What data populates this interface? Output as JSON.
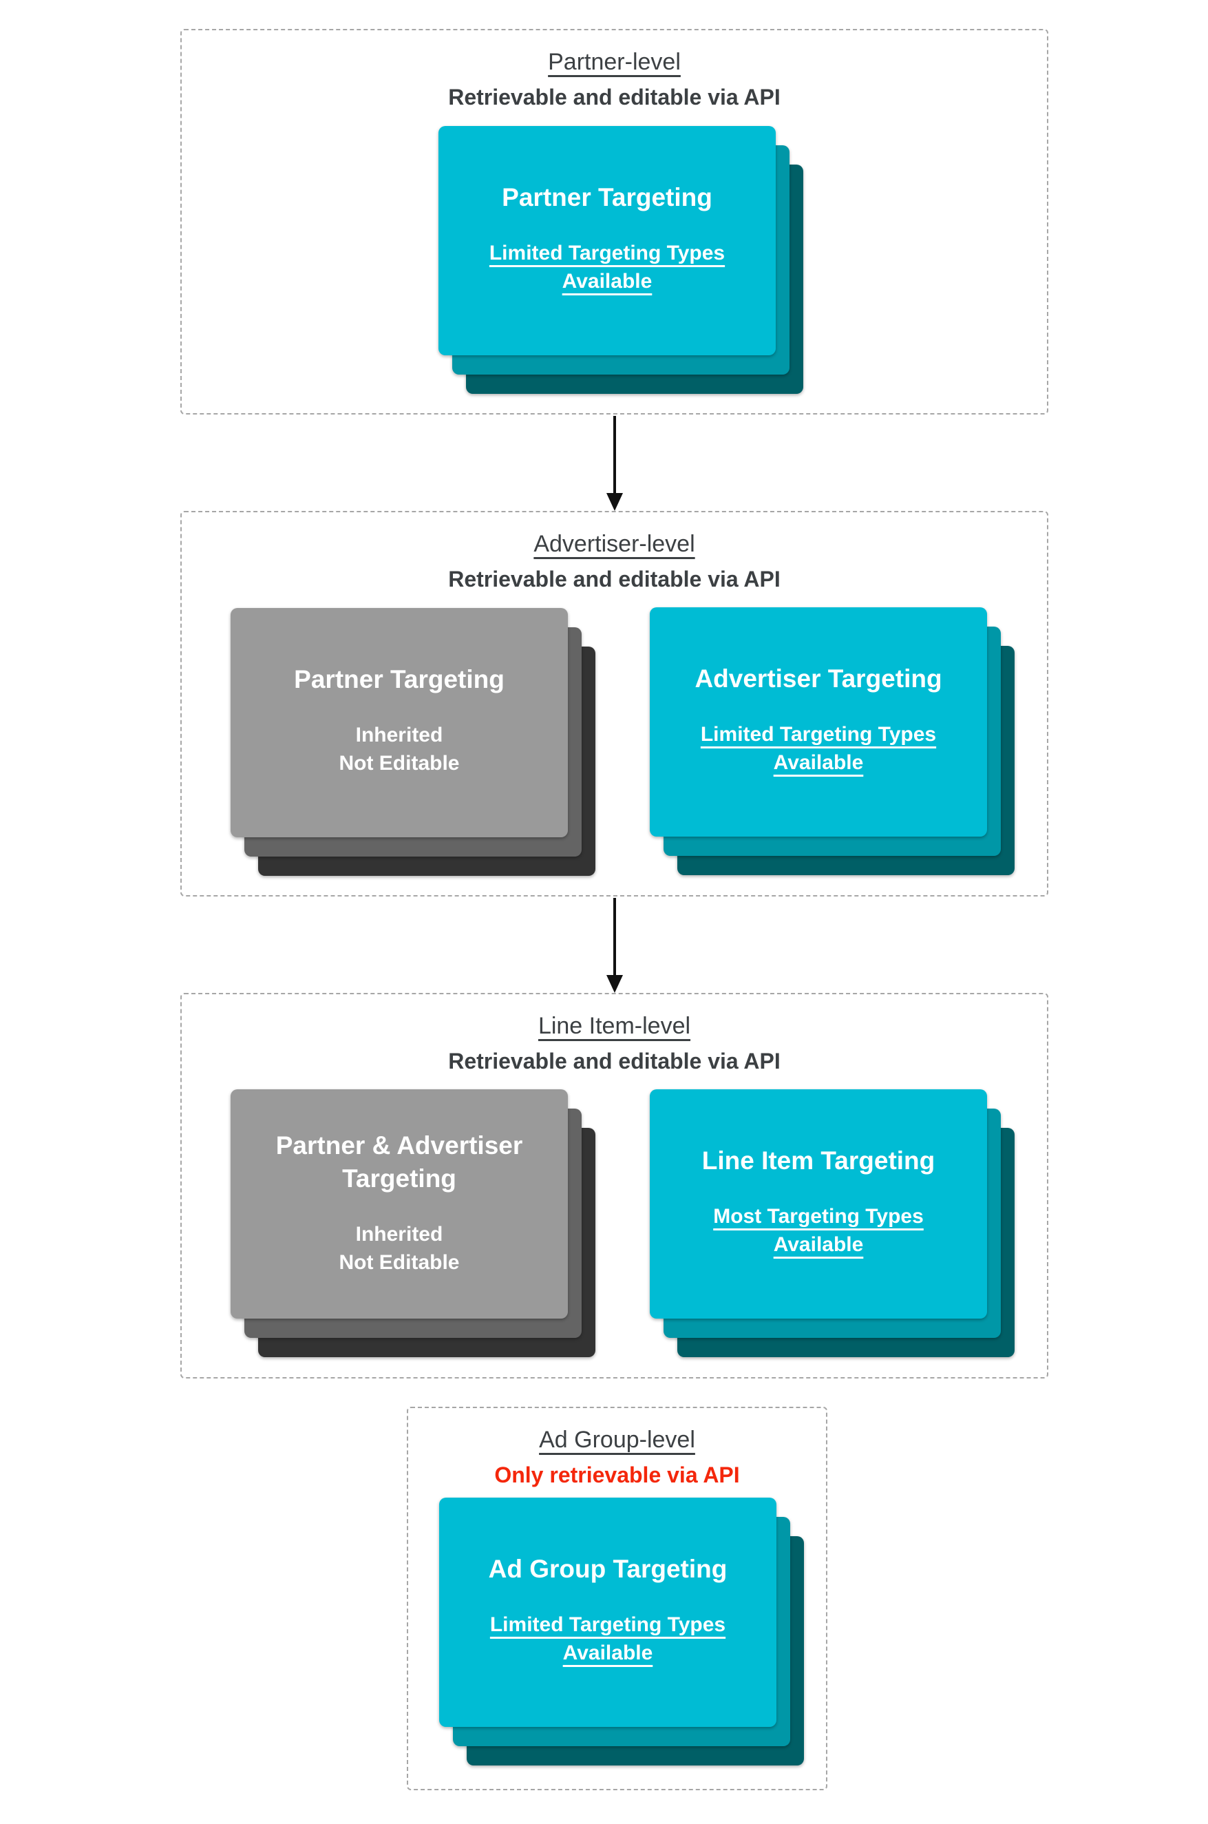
{
  "sections": [
    {
      "title": "Partner-level",
      "subtitle": "Retrievable and editable via API",
      "cards": [
        {
          "title": "Partner Targeting",
          "body": [
            "Limited Targeting Types",
            "Available"
          ]
        }
      ]
    },
    {
      "title": "Advertiser-level",
      "subtitle": "Retrievable and editable via API",
      "cards": [
        {
          "title": "Partner Targeting",
          "body": [
            "Inherited",
            "Not Editable"
          ]
        },
        {
          "title": "Advertiser Targeting",
          "body": [
            "Limited Targeting Types",
            "Available"
          ]
        }
      ]
    },
    {
      "title": "Line Item-level",
      "subtitle": "Retrievable and editable via API",
      "cards": [
        {
          "title": "Partner & Advertiser Targeting",
          "body": [
            "Inherited",
            "Not Editable"
          ]
        },
        {
          "title": "Line Item Targeting",
          "body": [
            "Most Targeting Types",
            "Available"
          ]
        }
      ]
    },
    {
      "title": "Ad Group-level",
      "subtitle": "Only retrievable via API",
      "cards": [
        {
          "title": "Ad Group Targeting",
          "body": [
            "Limited Targeting Types",
            "Available"
          ]
        }
      ]
    }
  ],
  "colors": {
    "cyan_front": "#00bcd4",
    "cyan_mid": "#0097a7",
    "cyan_back": "#005f66",
    "gray_front": "#9a9a9a",
    "gray_mid": "#646464",
    "gray_back": "#333333",
    "header_text": "#3c4043",
    "alert_red": "#f4270b",
    "arrow": "#111111",
    "dashed_border": "#a6a6a6"
  }
}
